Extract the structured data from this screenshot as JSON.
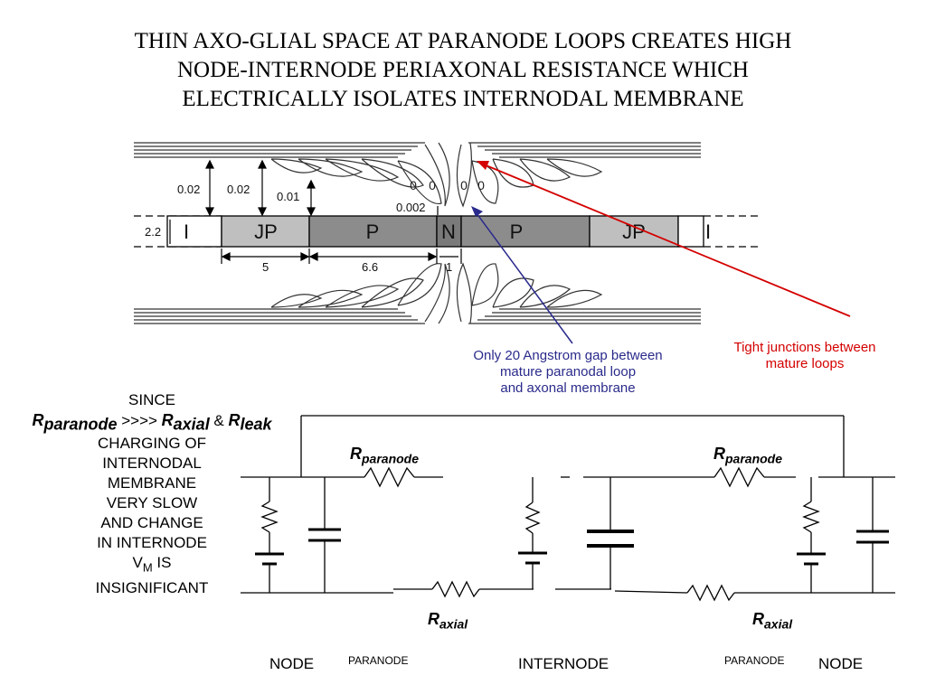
{
  "title": {
    "lines": [
      "THIN AXO-GLIAL SPACE AT PARANODE LOOPS CREATES HIGH",
      "NODE-INTERNODE PERIAXONAL RESISTANCE WHICH",
      "ELECTRICALLY ISOLATES INTERNODAL MEMBRANE"
    ]
  },
  "figure": {
    "segments": [
      "I",
      "JP",
      "P",
      "N",
      "P",
      "JP",
      "I"
    ],
    "dimensions": {
      "gap_left": "0.02",
      "gap_mid": "0.02",
      "gap_right": "0.01",
      "gap_node": "0.002",
      "axon_diameter": "2.2",
      "len_jp": "5",
      "len_p": "6.6",
      "len_n": "1"
    },
    "loop_marks": [
      "0",
      "0",
      "0",
      "0"
    ]
  },
  "annotations": {
    "blue_lines": [
      "Only 20 Angstrom gap between",
      "mature paranodal loop",
      "and axonal membrane"
    ],
    "red_lines": [
      "Tight junctions between",
      "mature loops"
    ],
    "blue_color": "#2a2a8c",
    "red_color": "#d40000"
  },
  "since": {
    "line1": "SINCE",
    "r1": "R",
    "r1_sub": "paranode",
    "op1": " >>>> ",
    "r2": "R",
    "r2_sub": "axial",
    "op2": " & ",
    "r3": "R",
    "r3_sub": "leak",
    "body_lines": [
      "CHARGING OF",
      "INTERNODAL",
      "MEMBRANE",
      "VERY SLOW",
      "AND CHANGE",
      "IN INTERNODE"
    ],
    "vm": "V",
    "vm_sub": "M",
    "vm_after": " IS",
    "last_line": "INSIGNIFICANT"
  },
  "circuit": {
    "r_paranode_left": "R",
    "r_paranode_left_sub": "paranode",
    "r_paranode_right": "R",
    "r_paranode_right_sub": "paranode",
    "r_axial_left": "R",
    "r_axial_left_sub": "axial",
    "r_axial_right": "R",
    "r_axial_right_sub": "axial"
  },
  "bottom_labels": {
    "node_left": "NODE",
    "paranode_left": "PARANODE",
    "internode": "INTERNODE",
    "paranode_right": "PARANODE",
    "node_right": "NODE"
  }
}
